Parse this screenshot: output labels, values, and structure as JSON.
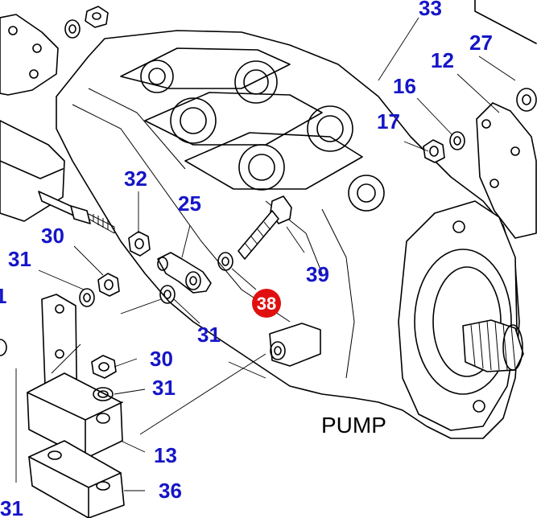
{
  "diagram": {
    "callouts": [
      "33",
      "27",
      "12",
      "16",
      "17",
      "32",
      "25",
      "30",
      "31",
      "39",
      "38",
      "31",
      "30",
      "31",
      "13",
      "36",
      "31",
      "1"
    ],
    "highlighted_callout": "38",
    "assembly_label": "PUMP",
    "colors": {
      "callout_text": "#1515c8",
      "highlight_badge": "#e01010",
      "line_art": "#000000",
      "background": "#ffffff"
    }
  }
}
